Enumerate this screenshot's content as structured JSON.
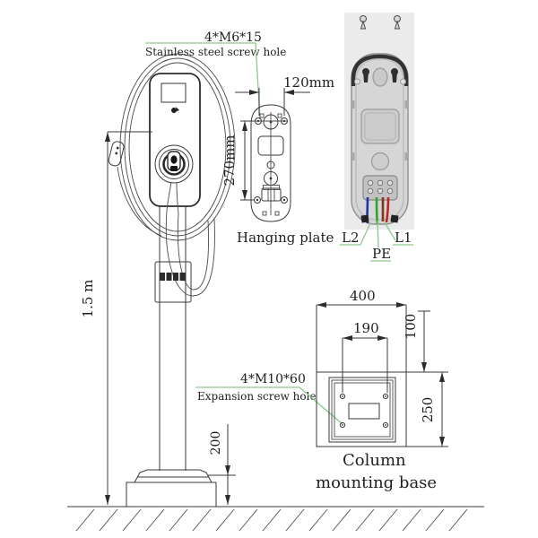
{
  "annotations": {
    "screw_top": {
      "code": "4*M6*15",
      "desc": "Stainless steel screw hole"
    },
    "screw_base": {
      "code": "4*M10*60",
      "desc": "Expansion screw hole"
    }
  },
  "station": {
    "height_label": "1.5 m",
    "foundation_height": "200"
  },
  "hanging_plate": {
    "title": "Hanging plate",
    "width": "120mm",
    "height": "270mm"
  },
  "back_view": {
    "wire_left": "L2",
    "wire_middle": "PE",
    "wire_right": "L1"
  },
  "mounting_base": {
    "width": "400",
    "hole_spacing": "190",
    "top_offset": "100",
    "depth": "250",
    "title_line1": "Column",
    "title_line2": "mounting base"
  },
  "colors": {
    "leader_green": "#8cc98c",
    "wire_l2_blue": "#2233aa",
    "wire_pe_green": "#33a033",
    "wire_l1_red": "#c42222",
    "wire_brown": "#7a3a20",
    "line_dark": "#3a3a3a",
    "render_body_gray": "#d6d6d6",
    "render_backdrop_gray": "#ebebeb"
  }
}
